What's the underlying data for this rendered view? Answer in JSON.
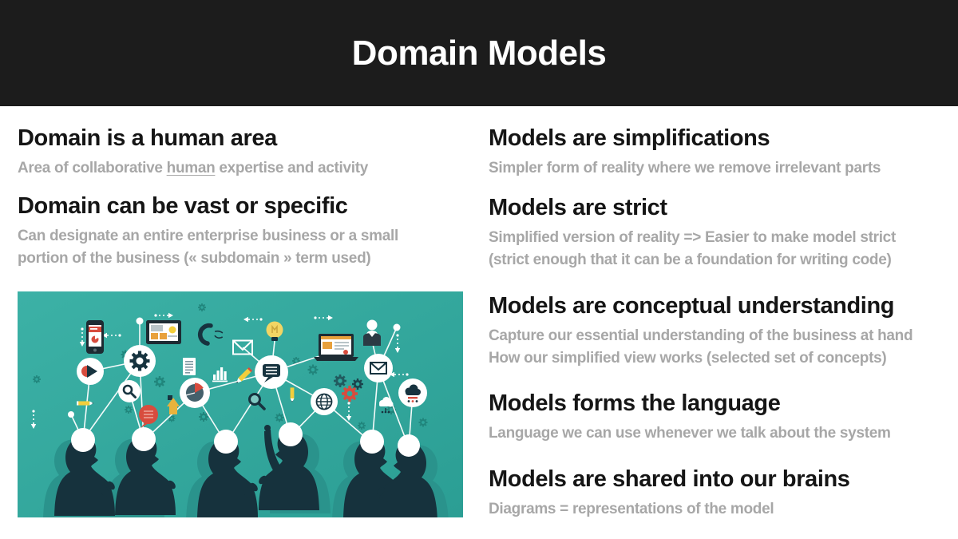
{
  "slide": {
    "title": "Domain Models"
  },
  "left": {
    "sections": [
      {
        "heading": "Domain is a human area",
        "body_prefix": "Area of collaborative ",
        "body_underlined": "human",
        "body_suffix": " expertise and activity"
      },
      {
        "heading": "Domain can be vast or specific",
        "body": "Can designate an entire enterprise business or a small\nportion of the business (« subdomain » term used)"
      }
    ]
  },
  "right": {
    "sections": [
      {
        "heading": "Models are simplifications",
        "body": "Simpler form of reality where we remove irrelevant parts"
      },
      {
        "heading": "Models are strict",
        "body": "Simplified version of reality => Easier to make model strict\n(strict enough that it can be a foundation for writing code)"
      },
      {
        "heading": "Models are conceptual understanding",
        "body": "Capture our essential understanding of the business at hand\nHow our simplified view works (selected set of concepts)"
      },
      {
        "heading": "Models forms the language",
        "body": "Language we can use whenever we talk about the system"
      },
      {
        "heading": "Models are shared into our brains",
        "body": "Diagrams = representations of the model"
      }
    ]
  },
  "colors": {
    "header_bg": "#1c1c1c",
    "heading_text": "#151515",
    "sub_text": "#a7a7a7",
    "illustration_teal": "#2fa79d",
    "silhouette_dark": "#16323d",
    "silhouette_shadow": "#2a938c",
    "accent_red": "#d84c3e",
    "accent_orange": "#e8a13c",
    "accent_yellow": "#f2ce3c"
  }
}
